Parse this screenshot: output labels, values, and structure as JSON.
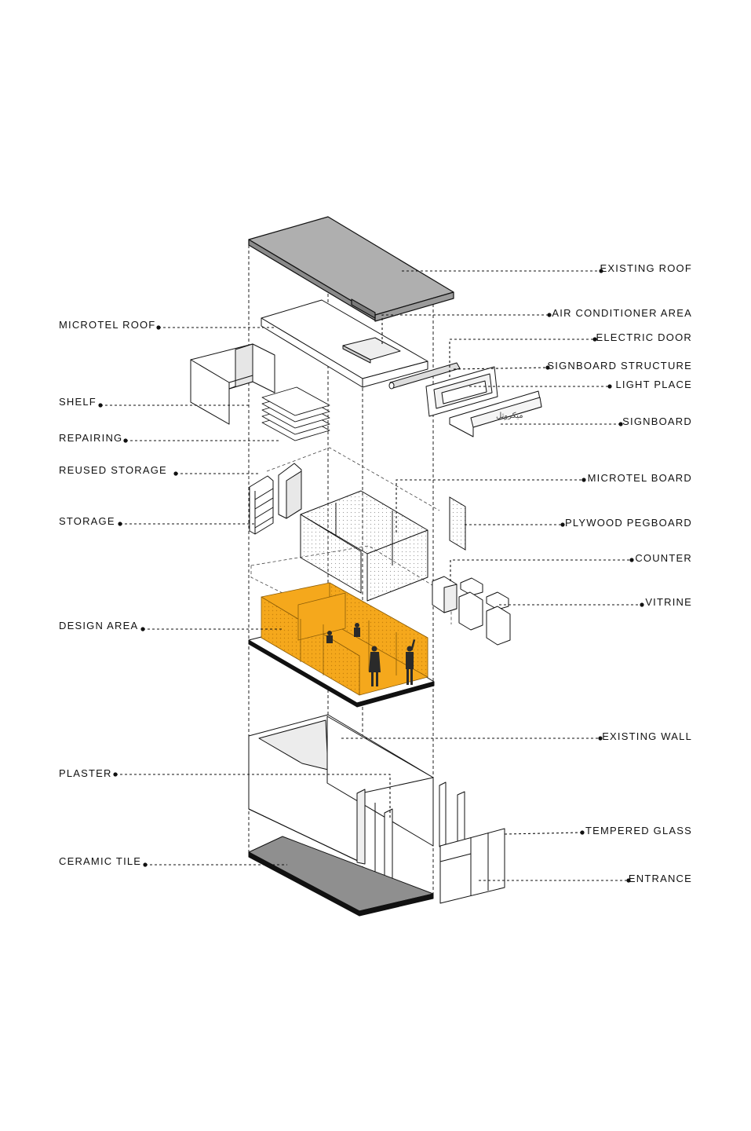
{
  "colors": {
    "accent": "#F5A81C",
    "roof": "#AFAFAF",
    "floor": "#8F8F8F",
    "line": "#1a1a1a"
  },
  "left_labels": {
    "microtel_roof": "MICROTEL ROOF",
    "shelf": "SHELF",
    "repairing": "REPAIRING",
    "reused_storage": "REUSED STORAGE",
    "storage": "STORAGE",
    "design_area": "DESIGN AREA",
    "plaster": "PLASTER",
    "ceramic_tile": "CERAMIC TILE"
  },
  "right_labels": {
    "existing_roof": "EXISTING ROOF",
    "air_conditioner_area": "AIR CONDITIONER AREA",
    "electric_door": "ELECTRIC DOOR",
    "signboard_structure": "SIGNBOARD STRUCTURE",
    "light_place": "LIGHT PLACE",
    "signboard": "SIGNBOARD",
    "microtel_board": "MICROTEL BOARD",
    "plywood_pegboard": "PLYWOOD PEGBOARD",
    "counter": "COUNTER",
    "vitrine": "VITRINE",
    "existing_wall": "EXISTING WALL",
    "tempered_glass": "TEMPERED GLASS",
    "entrance": "ENTRANCE"
  },
  "signboard_text": "میکروتل"
}
